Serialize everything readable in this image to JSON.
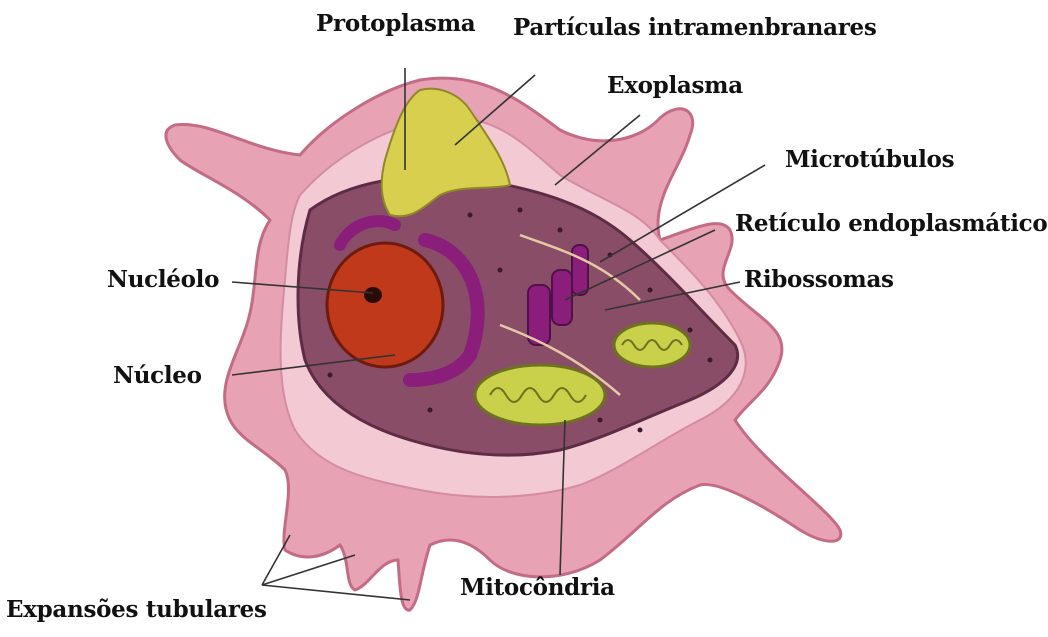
{
  "labels": {
    "protoplasma": "Protoplasma",
    "particulas": "Partículas intramenbranares",
    "exoplasma": "Exoplasma",
    "microtubulos": "Microtúbulos",
    "reticulo": "Retículo endoplasmático",
    "ribossomas": "Ribossomas",
    "nucleolo": "Nucléolo",
    "nucleo": "Núcleo",
    "mitocondria": "Mitocôndria",
    "expansoes": "Expansões tubulares"
  },
  "colors": {
    "outer_membrane": "#e7a3b4",
    "outer_membrane_light": "#f3c9d3",
    "cytoplasm": "#8a4d68",
    "nucleus": "#c0391b",
    "golgi": "#8b1e7a",
    "mitochondria": "#c9d04a",
    "protoplasm_patch": "#d8cf4e"
  }
}
